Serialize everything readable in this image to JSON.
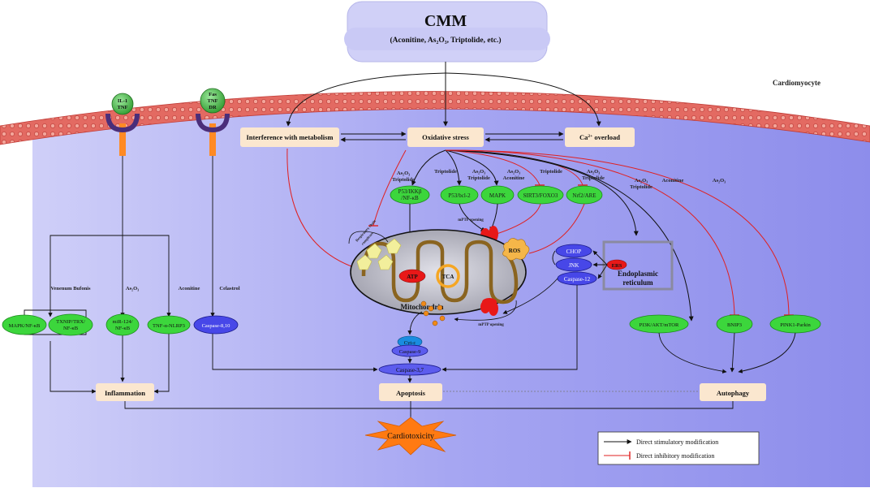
{
  "header": {
    "title": "CMM",
    "subtitle": "(Aconitine, As₂O₃, Triptolide, etc.)"
  },
  "cell_label": "Cardiomyocyte",
  "receptors": {
    "r1": [
      "IL-1",
      "TNF"
    ],
    "r2": [
      "Fas",
      "TNF",
      "DR"
    ]
  },
  "top_boxes": {
    "metabolism": "Interference with metabolism",
    "oxidative": "Oxidative stress",
    "calcium_main": "Ca",
    "calcium_sup": "2+",
    "calcium_tail": " overload"
  },
  "drugs": {
    "asno": "As₂O₃",
    "trip": "Triptolide",
    "acon": "Aconitine",
    "venenum": "Venenum Bufonis",
    "celastrol": "Celastrol"
  },
  "pathways": {
    "p53ikkb": [
      "P53/IKKβ",
      "/NF-κB"
    ],
    "p53bcl2": "P53/bcl-2",
    "mapk": "MAPK",
    "sirt3": "SIRT3/FOXO3",
    "nrf2": "Nrf2/ARE",
    "mapknfkb": "MAPK/NF-κB",
    "txnip": [
      "TXNIP/TRX/",
      "NF-κB"
    ],
    "mir124": [
      "miR-124/",
      "NF-κB"
    ],
    "tnfnlrp3": "TNF-α-NLRP3",
    "caspase810": "Caspase-8,10",
    "pi3k": "PI3K/AKT/mTOR",
    "bnip3": "BNIP3",
    "pink1": "PINK1-Parkin"
  },
  "mito": {
    "label": "Mitochondria",
    "atp": "ATP",
    "tca": "TCA",
    "ros": "ROS",
    "resp_chain": [
      "Respiratory chain",
      "complexes"
    ],
    "mptp_top": "mPTP opening",
    "mptp_bottom": "mPTP opening"
  },
  "er": {
    "label": [
      "Endoplasmic",
      "reticulum"
    ],
    "ers": "ERS",
    "chop": "CHOP",
    "jnk": "JNK",
    "casp12": "Caspase-12"
  },
  "apoptosis_chain": {
    "cytc": "Cyt-c",
    "casp9": "Caspase-9",
    "casp37": "Caspase-3,7"
  },
  "outcomes": {
    "inflammation": "Inflammation",
    "apoptosis": "Apoptosis",
    "autophagy": "Autophagy",
    "cardiotoxicity": "Cardiotoxicity"
  },
  "legend": {
    "stim": "Direct stimulatory modification",
    "inhib": "Direct inhibitory modification"
  },
  "colors": {
    "cell_fill": "#a9a9f3",
    "membrane": "#e0504f",
    "green_node": "#3cd63c",
    "blue_node": "#4747e8",
    "peach_box": "#fbe7cf",
    "inhibit": "#e02020",
    "star": "#ff7a12"
  }
}
